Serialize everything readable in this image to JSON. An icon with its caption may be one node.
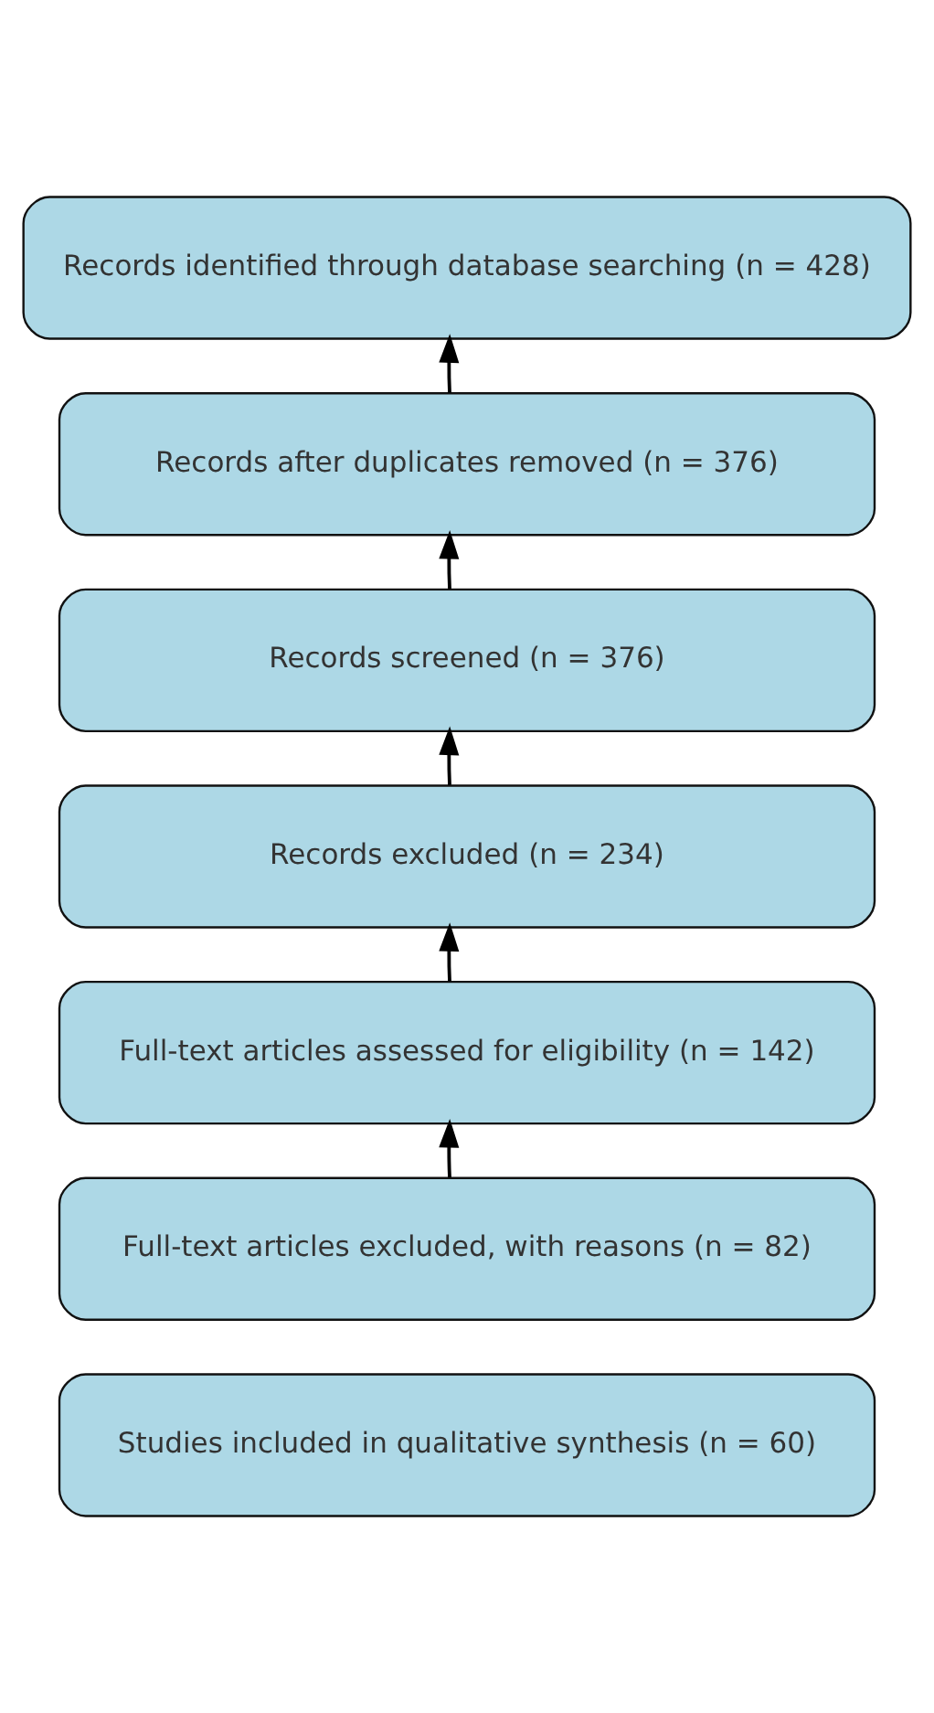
{
  "diagram": {
    "nodes": [
      {
        "text": [
          "Records identified through database searching (n = 428)"
        ]
      },
      {
        "text": [
          "Records after duplicates removed (n = 376)"
        ]
      },
      {
        "text": [
          "Records screened (n = 376)"
        ]
      },
      {
        "text": [
          "Records excluded (n = 234)"
        ]
      },
      {
        "text": [
          "Full-text articles assessed for eligibility (n = 142)"
        ]
      },
      {
        "text": [
          "Full-text articles excluded, with reasons (n = 82)"
        ]
      },
      {
        "text": [
          "Studies included in qualitative synthesis (n = 60)"
        ]
      }
    ],
    "edges": [
      {
        "from": 1,
        "to": 0,
        "arrow": "to"
      },
      {
        "from": 2,
        "to": 1,
        "arrow": "to"
      },
      {
        "from": 3,
        "to": 2,
        "arrow": "to"
      },
      {
        "from": 4,
        "to": 3,
        "arrow": "to"
      },
      {
        "from": 5,
        "to": 4,
        "arrow": "to"
      }
    ]
  }
}
